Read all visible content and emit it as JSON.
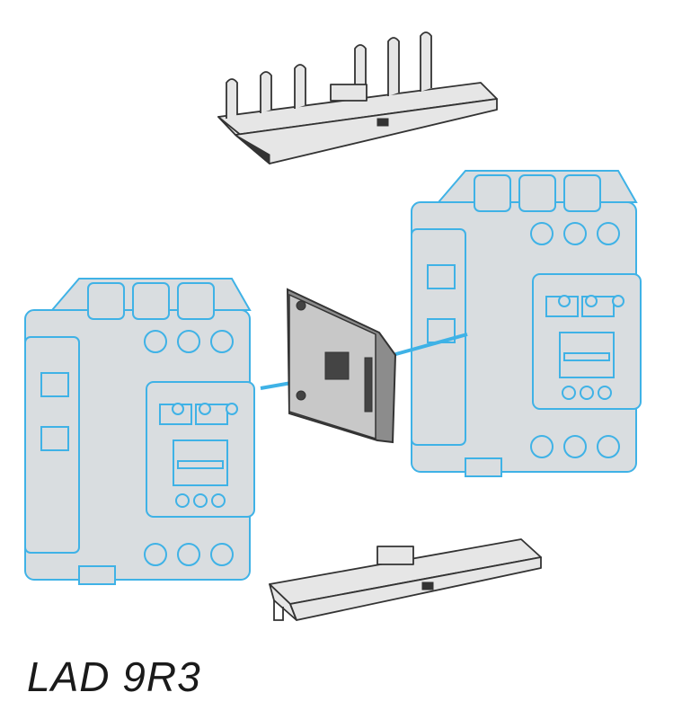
{
  "caption": "LAD 9R3",
  "colors": {
    "contactor_fill": "#d9dde0",
    "contactor_edge": "#3fb2e6",
    "part_fill": "#e6e6e6",
    "part_edge": "#333333",
    "interlock_fill": "#8c8c8c",
    "link_line": "#3fb2e6",
    "background": "#ffffff"
  },
  "parts": [
    {
      "name": "top-power-link-bar",
      "icon": "busbar-with-pins"
    },
    {
      "name": "left-contactor",
      "icon": "contactor"
    },
    {
      "name": "mechanical-interlock",
      "icon": "interlock-module"
    },
    {
      "name": "right-contactor",
      "icon": "contactor"
    },
    {
      "name": "bottom-power-link-bar",
      "icon": "busbar-flat"
    }
  ]
}
